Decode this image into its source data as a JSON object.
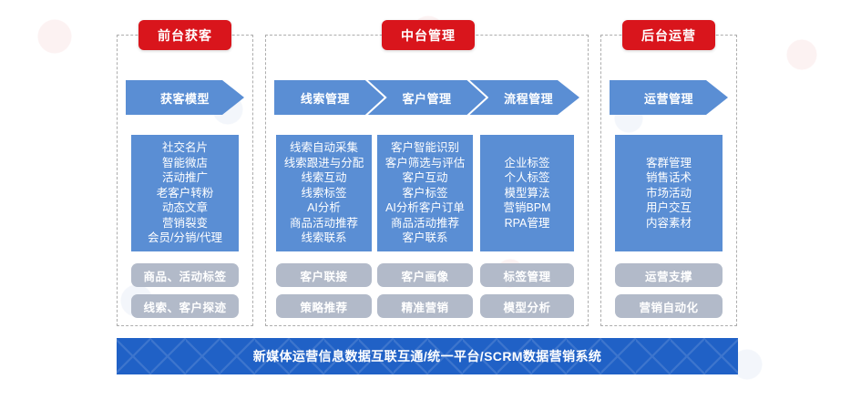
{
  "columns": {
    "front": {
      "chip": "前台获客",
      "band": [
        "获客模型"
      ],
      "card": [
        "社交名片",
        "智能微店",
        "活动推广",
        "老客户转粉",
        "动态文章",
        "营销裂变",
        "会员/分销/代理"
      ],
      "pills": [
        "商品、活动标签",
        "线索、客户探迹"
      ]
    },
    "middle": {
      "chip": "中台管理",
      "band": [
        "线索管理",
        "客户管理",
        "流程管理"
      ],
      "groups": [
        {
          "name": "lead",
          "card": [
            "线索自动采集",
            "线索跟进与分配",
            "线索互动",
            "线索标签",
            "AI分析",
            "商品活动推荐",
            "线索联系"
          ],
          "pills": [
            "客户联接",
            "策略推荐"
          ]
        },
        {
          "name": "customer",
          "card": [
            "客户智能识别",
            "客户筛选与评估",
            "客户互动",
            "客户标签",
            "AI分析客户订单",
            "商品活动推荐",
            "客户联系"
          ],
          "pills": [
            "客户画像",
            "精准营销"
          ]
        },
        {
          "name": "process",
          "card": [
            "企业标签",
            "个人标签",
            "模型算法",
            "营销BPM",
            "RPA管理"
          ],
          "pills": [
            "标签管理",
            "模型分析"
          ]
        }
      ]
    },
    "back": {
      "chip": "后台运营",
      "band": [
        "运营管理"
      ],
      "card": [
        "客群管理",
        "销售话术",
        "市场活动",
        "用户交互",
        "内容素材"
      ],
      "pills": [
        "运营支撑",
        "营销自动化"
      ]
    }
  },
  "platform_banner": {
    "label": "新媒体运营信息数据互联互通/统一平台/SCRM数据营销系统"
  },
  "colors": {
    "red_chip": "#d9151c",
    "blue_card": "#5a8ed4",
    "gray_pill": "#b2bac9",
    "banner_blue": "#2061c6",
    "frame_dash": "#adadad"
  }
}
